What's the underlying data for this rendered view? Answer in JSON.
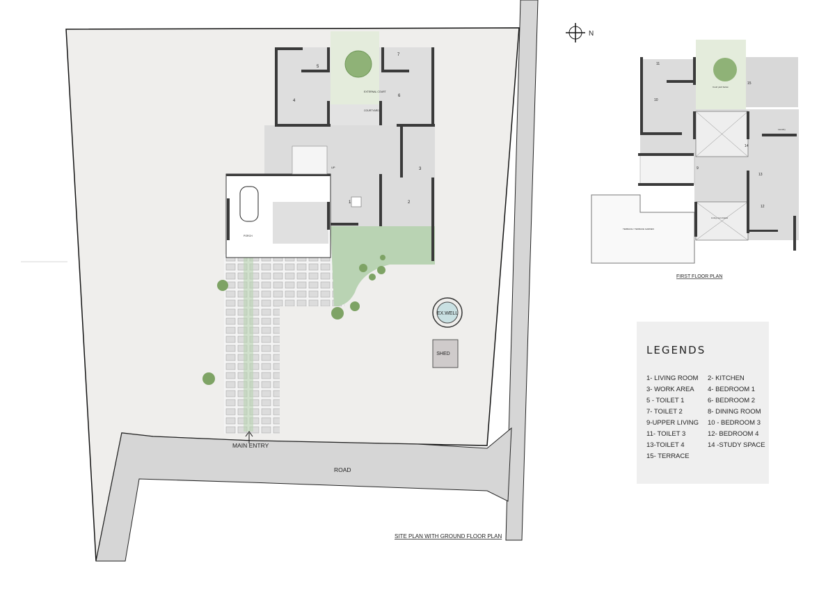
{
  "compass": {
    "label": "N"
  },
  "site": {
    "title": "SITE PLAN WITH GROUND FLOOR PLAN",
    "road_label": "ROAD",
    "entry_label": "MAIN ENTRY",
    "well_label": "EX.WELL",
    "shed_label": "SHED"
  },
  "ground_floor": {
    "rooms": [
      "1",
      "2",
      "3",
      "4",
      "5",
      "6",
      "7"
    ],
    "external_court": "EXTERNAL COURT",
    "courtyard": "COURTYARD",
    "porch": "PORCH",
    "up": "UP"
  },
  "first_floor": {
    "title": "FIRST FLOOR PLAN",
    "rooms": [
      "9",
      "10",
      "11",
      "12",
      "13",
      "14",
      "15"
    ],
    "terrace": "TERRACE / TERRACE GARDEN",
    "court_below": "Court yard below",
    "living_below": "Living room below",
    "laundry": "Laundry"
  },
  "legend": {
    "title": "LEGENDS",
    "items": [
      "1- LIVING ROOM",
      "2- KITCHEN",
      "3- WORK AREA",
      "4-  BEDROOM 1",
      "5  - TOILET 1",
      "6- BEDROOM 2",
      "7- TOILET 2",
      "8- DINING ROOM",
      "9-UPPER LIVING",
      "10 - BEDROOM 3",
      "11- TOILET 3",
      "12- BEDROOM 4",
      "13-TOILET 4",
      "14  -STUDY SPACE",
      "15- TERRACE"
    ]
  },
  "colors": {
    "site": "#efeeec",
    "road": "#d6d6d6",
    "wall": "#3a3a3a",
    "lawn": "#b9d3b3",
    "court": "#e4ecdc",
    "floor": "#dcdcdc"
  }
}
